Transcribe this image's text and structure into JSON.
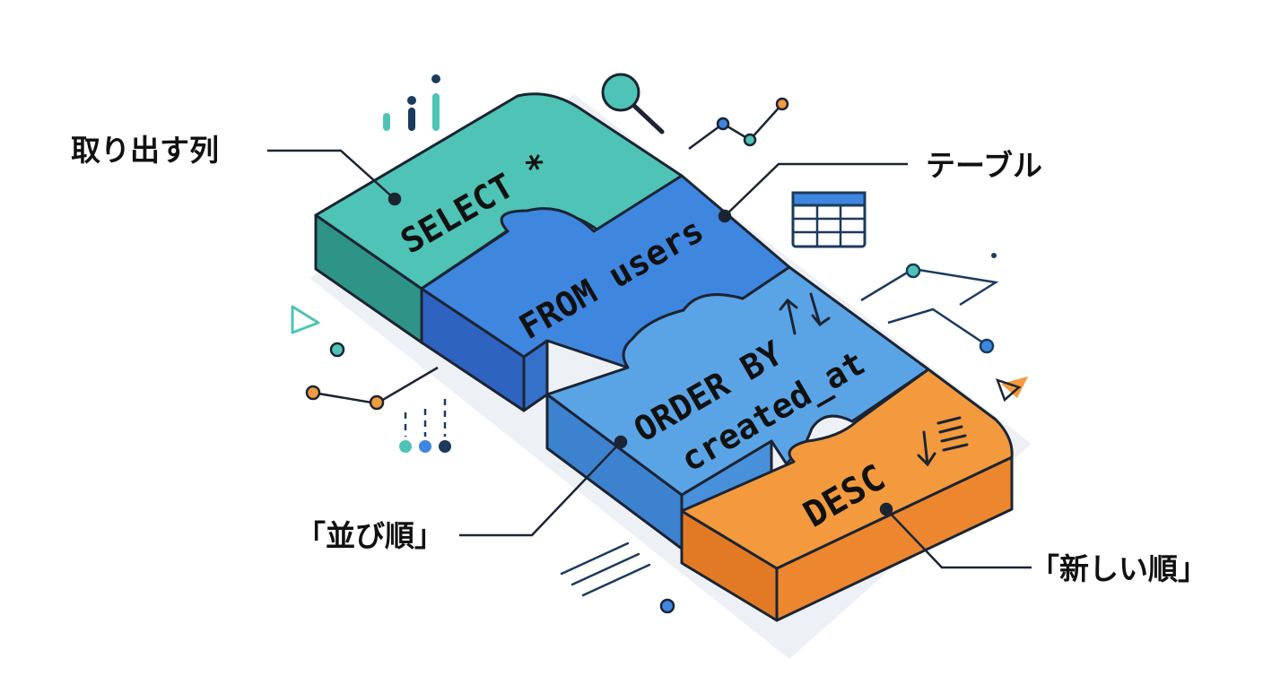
{
  "pieces": {
    "select": {
      "label": "SELECT *",
      "color": "#4fc3b5"
    },
    "from": {
      "label": "FROM users",
      "color": "#3f86df"
    },
    "order_line1": {
      "label": "ORDER BY",
      "color": "#5aa4e6"
    },
    "order_line2": {
      "label": "created_at"
    },
    "desc": {
      "label": "DESC",
      "color": "#f39a3e"
    }
  },
  "callouts": {
    "columns": "取り出す列",
    "table": "テーブル",
    "order": "「並び順」",
    "newest": "「新しい順」"
  },
  "icons": [
    "bar-chart-icon",
    "magnifier-icon",
    "line-chart-icon",
    "table-grid-icon",
    "sort-arrows-icon",
    "sort-desc-icon",
    "play-triangle-icon",
    "warning-triangle-icon"
  ]
}
